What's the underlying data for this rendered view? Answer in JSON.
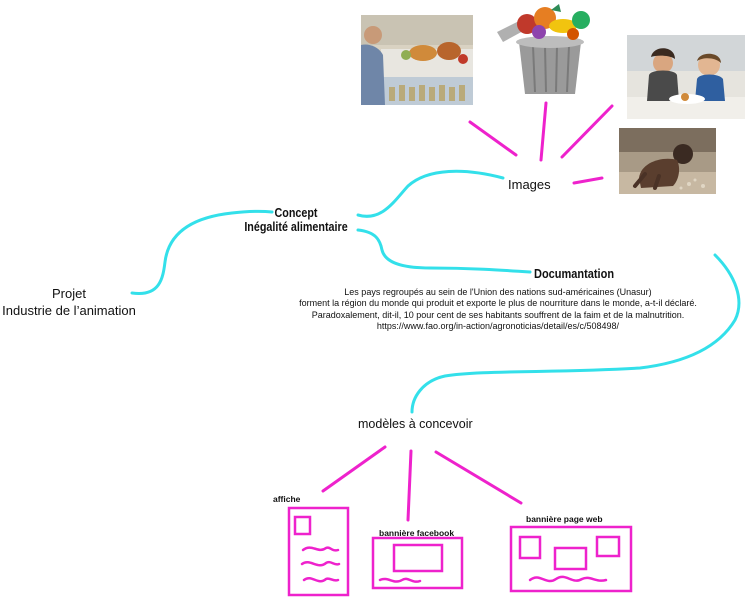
{
  "projet": {
    "line1": "Projet",
    "line2": "Industrie de l’animation"
  },
  "concept": {
    "line1": "Concept",
    "line2": "Inégalité alimentaire"
  },
  "images": {
    "label": "Images",
    "photos": [
      {
        "name": "banquet-illustration-photo"
      },
      {
        "name": "food-in-trash-can-photo"
      },
      {
        "name": "mother-and-child-eating-photo"
      },
      {
        "name": "malnourished-child-photo"
      }
    ]
  },
  "documentation": {
    "title": "Documantation",
    "body": [
      "Les pays regroupés au sein de l'Union des nations sud-américaines (Unasur)",
      "forment la région du monde qui produit et exporte le plus de nourriture dans le monde, a-t-il déclaré.",
      "Paradoxalement, dit-il, 10 pour cent de ses habitants souffrent de la faim et de la malnutrition.",
      "https://www.fao.org/in-action/agronoticias/detail/es/c/508498/"
    ]
  },
  "modeles": {
    "label": "modèles à concevoir",
    "items": [
      {
        "label": "affiche"
      },
      {
        "label": "bannière facebook"
      },
      {
        "label": "bannière page web"
      }
    ]
  },
  "colors": {
    "cyan_connector": "#33e0ea",
    "magenta_connector": "#ee22cc",
    "text": "#111111"
  }
}
